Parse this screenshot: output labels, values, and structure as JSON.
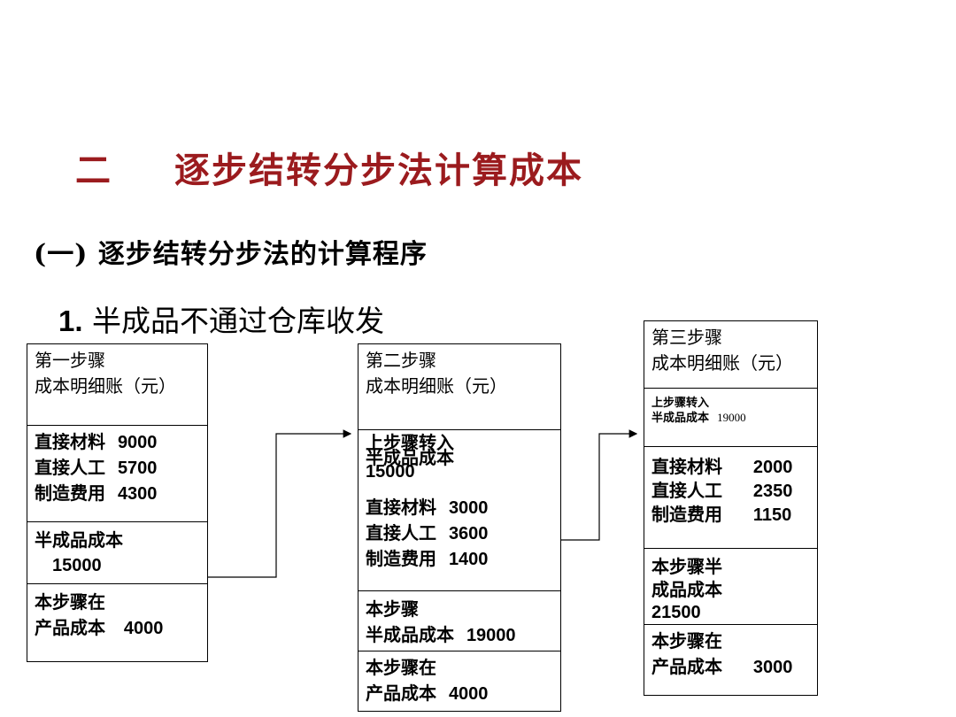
{
  "title": {
    "num": "二",
    "text": "逐步结转分步法计算成本"
  },
  "subtitle": "(一) 逐步结转分步法的计算程序",
  "heading3": {
    "num": "1.",
    "text": "半成品不通过仓库收发"
  },
  "step1": {
    "header": [
      "第一步骤",
      "成本明细账（元）"
    ],
    "costs": [
      {
        "label": "直接材料",
        "value": "9000"
      },
      {
        "label": "直接人工",
        "value": "5700"
      },
      {
        "label": "制造费用",
        "value": "4300"
      }
    ],
    "semi_label": "半成品成本",
    "semi_value": "15000",
    "wip_label1": "本步骤在",
    "wip_label2": "产品成本",
    "wip_value": "4000"
  },
  "step2": {
    "header": [
      "第二步骤",
      "成本明细账（元）"
    ],
    "transfer_label1": "上步骤转入",
    "transfer_label2": "半成品成本",
    "transfer_value": "15000",
    "costs": [
      {
        "label": "直接材料",
        "value": "3000"
      },
      {
        "label": "直接人工",
        "value": "3600"
      },
      {
        "label": "制造费用",
        "value": "1400"
      }
    ],
    "semi_label1": "本步骤",
    "semi_label2": "半成品成本",
    "semi_value": "19000",
    "wip_label1": "本步骤在",
    "wip_label2": "产品成本",
    "wip_value": "4000"
  },
  "step3": {
    "header": [
      "第三步骤",
      "成本明细账（元）"
    ],
    "transfer_label1": "上步骤转入",
    "transfer_label2": "半成品成本",
    "transfer_value": "19000",
    "costs": [
      {
        "label": "直接材料",
        "value": "2000"
      },
      {
        "label": "直接人工",
        "value": "2350"
      },
      {
        "label": "制造费用",
        "value": "1150"
      }
    ],
    "semi_label1": "本步骤半",
    "semi_label2": "成品成本",
    "semi_value": "21500",
    "wip_label1": "本步骤在",
    "wip_label2": "产品成本",
    "wip_value": "3000"
  },
  "colors": {
    "title": "#9b1b1e",
    "line": "#000000"
  }
}
